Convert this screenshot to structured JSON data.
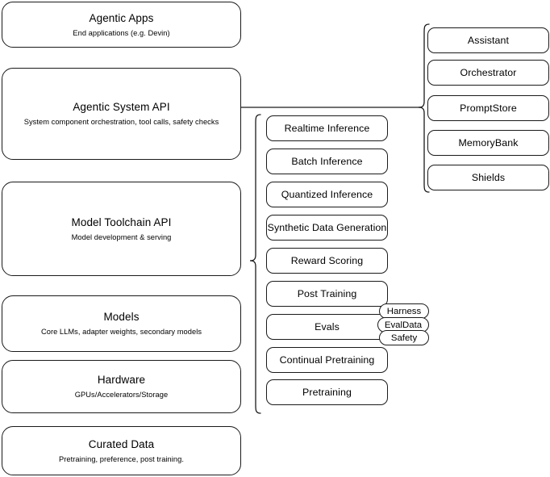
{
  "diagram": {
    "title": "AI Stack Layers Architecture Diagram",
    "stroke_color": "#1a1a1a",
    "background_color": "#ffffff"
  },
  "stack_layers": [
    {
      "name": "agentic-apps",
      "title": "Agentic Apps",
      "subtitle": "End applications (e.g. Devin)"
    },
    {
      "name": "agentic-system-api",
      "title": "Agentic System API",
      "subtitle": "System component orchestration, tool calls, safety checks"
    },
    {
      "name": "model-toolchain-api",
      "title": "Model Toolchain API",
      "subtitle": "Model development & serving"
    },
    {
      "name": "models",
      "title": "Models",
      "subtitle": "Core LLMs, adapter weights, secondary models"
    },
    {
      "name": "hardware",
      "title": "Hardware",
      "subtitle": "GPUs/Accelerators/Storage"
    },
    {
      "name": "curated-data",
      "title": "Curated Data",
      "subtitle": "Pretraining, preference, post training."
    }
  ],
  "toolchain_capabilities": [
    {
      "name": "realtime-inference",
      "label": "Realtime Inference"
    },
    {
      "name": "batch-inference",
      "label": "Batch Inference"
    },
    {
      "name": "quantized-inference",
      "label": "Quantized Inference"
    },
    {
      "name": "synthetic-data-generation",
      "label": "Synthetic Data Generation"
    },
    {
      "name": "reward-scoring",
      "label": "Reward Scoring"
    },
    {
      "name": "post-training",
      "label": "Post Training"
    },
    {
      "name": "evals",
      "label": "Evals"
    },
    {
      "name": "continual-pretraining",
      "label": "Continual Pretraining"
    },
    {
      "name": "pretraining",
      "label": "Pretraining"
    }
  ],
  "eval_subcomponents": [
    {
      "name": "harness",
      "label": "Harness"
    },
    {
      "name": "evaldata",
      "label": "EvalData"
    },
    {
      "name": "safety",
      "label": "Safety"
    }
  ],
  "agentic_system_components": [
    {
      "name": "assistant",
      "label": "Assistant"
    },
    {
      "name": "orchestrator",
      "label": "Orchestrator"
    },
    {
      "name": "promptstore",
      "label": "PromptStore"
    },
    {
      "name": "memorybank",
      "label": "MemoryBank"
    },
    {
      "name": "shields",
      "label": "Shields"
    }
  ]
}
